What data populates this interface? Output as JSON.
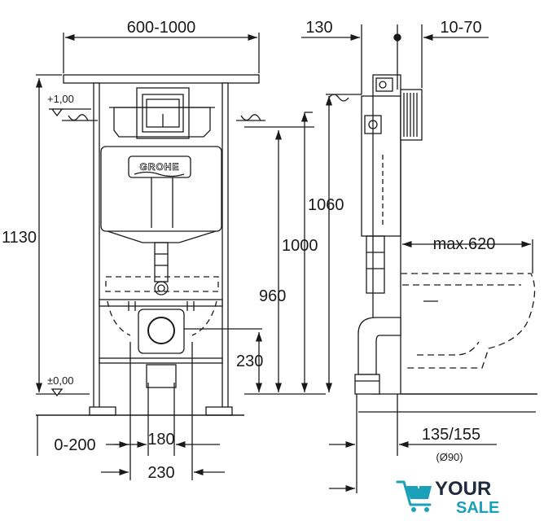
{
  "dimensions": {
    "width_range": "600-1000",
    "depth_130": "130",
    "depth_10_70": "10-70",
    "height_1130": "1130",
    "height_1060": "1060",
    "height_1000": "1000",
    "height_960": "960",
    "height_230": "230",
    "level_plus": "+1,00",
    "level_zero": "±0,00",
    "max_620": "max.620",
    "offset_0_200": "0-200",
    "width_180": "180",
    "width_230": "230",
    "pipe_135_155": "135/155",
    "pipe_dia": "(Ø90)"
  },
  "brand": {
    "frame_label": "GROHE"
  },
  "watermark": {
    "line1": "YOUR",
    "line2": "SALE"
  },
  "colors": {
    "line": "#1a1a1a",
    "watermark_dark": "#1f2a3c",
    "watermark_accent": "#1aa0b8"
  }
}
